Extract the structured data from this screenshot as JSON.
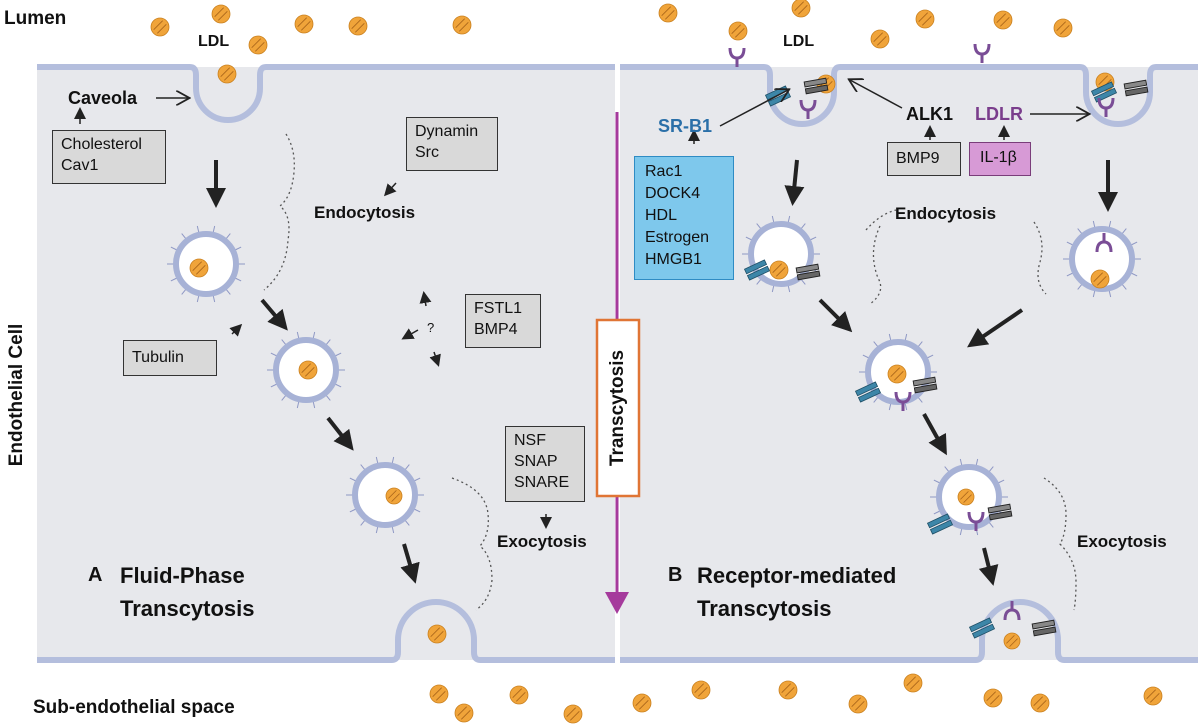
{
  "regions": {
    "lumen": "Lumen",
    "sub_endothelial": "Sub-endothelial space",
    "endothelial_cell": "Endothelial Cell"
  },
  "panel_a": {
    "letter": "A",
    "title_line1": "Fluid-Phase",
    "title_line2": "Transcytosis",
    "ldl": "LDL",
    "caveola": "Caveola",
    "cholesterol_box": [
      "Cholesterol",
      "Cav1"
    ],
    "dynamin_box": [
      "Dynamin",
      "Src"
    ],
    "endocytosis": "Endocytosis",
    "fstl_box": [
      "FSTL1",
      "BMP4"
    ],
    "question": "?",
    "tubulin_box": [
      "Tubulin"
    ],
    "nsf_box": [
      "NSF",
      "SNAP",
      "SNARE"
    ],
    "exocytosis": "Exocytosis"
  },
  "transcytosis_label": "Transcytosis",
  "panel_b": {
    "letter": "B",
    "title_line1": "Receptor-mediated",
    "title_line2": "Transcytosis",
    "ldl": "LDL",
    "srb1": "SR-B1",
    "srb1_regulators": [
      "Rac1",
      "DOCK4",
      "HDL",
      "Estrogen",
      "HMGB1"
    ],
    "alk1": "ALK1",
    "bmp9_box": "BMP9",
    "ldlr": "LDLR",
    "il1b_box": "IL-1β",
    "endocytosis": "Endocytosis",
    "exocytosis": "Exocytosis"
  },
  "colors": {
    "cell": "#e7e8ec",
    "membrane": "#b4bedd",
    "vesicle_ring": "#a7b2d6",
    "ldl_particle": "#f0a43a",
    "transcytosis_arrow": "#a53a9c",
    "srb1_text": "#2a6fa8",
    "ldlr_text": "#7a3d8c",
    "receptor_blue": "#3d86a8",
    "receptor_grey": "#4a4a4a",
    "receptor_purple": "#7a4d96"
  }
}
